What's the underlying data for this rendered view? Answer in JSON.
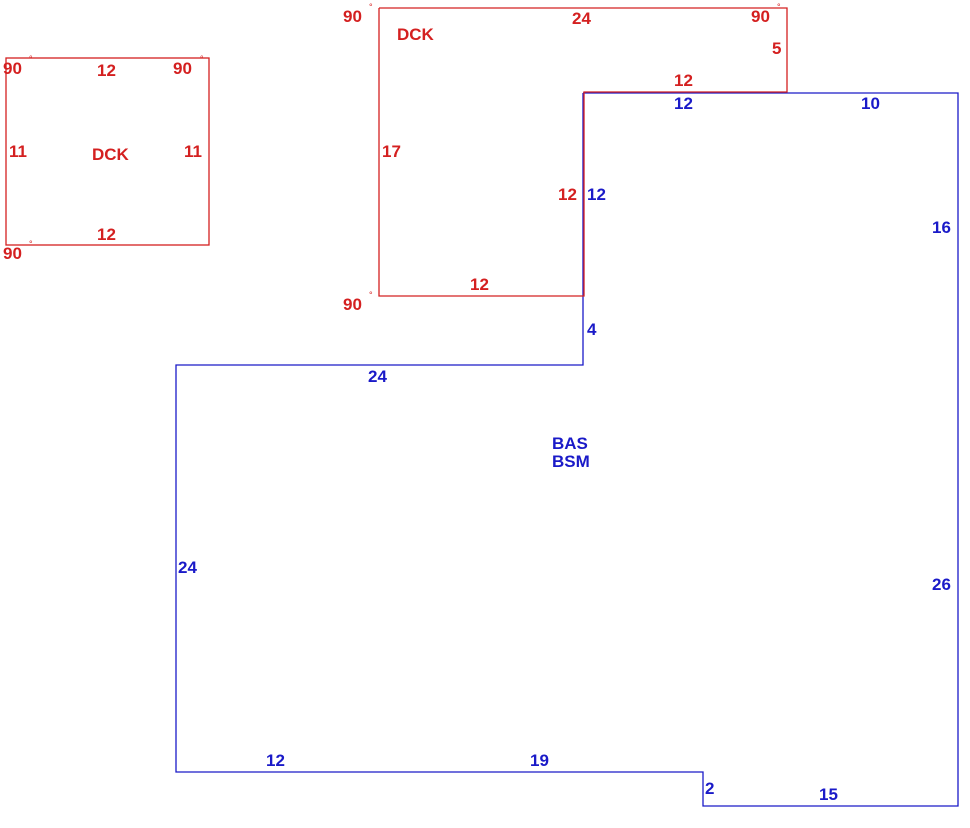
{
  "colors": {
    "deck": "#d42020",
    "house": "#1a1ac8",
    "background": "#ffffff"
  },
  "deck_small": {
    "name": "DCK",
    "dims": {
      "top": "12",
      "bottom": "12",
      "left": "11",
      "right": "11"
    },
    "angles": {
      "top_left": "90",
      "top_right": "90",
      "bottom_left": "90"
    }
  },
  "deck_upper": {
    "name": "DCK",
    "dims": {
      "top": "24",
      "right": "5",
      "step_top": "12",
      "step_side": "12",
      "bottom": "12",
      "left": "17"
    },
    "angles": {
      "top_left": "90",
      "top_right": "90",
      "bottom_left": "90"
    }
  },
  "house": {
    "names": [
      "BAS",
      "BSM"
    ],
    "dims": {
      "top_left_segment": "12",
      "top_right_segment": "10",
      "right_upper": "16",
      "right_lower": "26",
      "bottom_right": "15",
      "jog": "2",
      "bottom_mid": "19",
      "bottom_left": "12",
      "left": "24",
      "ledge": "24",
      "ledge_riser": "4",
      "inner_side": "12"
    }
  }
}
